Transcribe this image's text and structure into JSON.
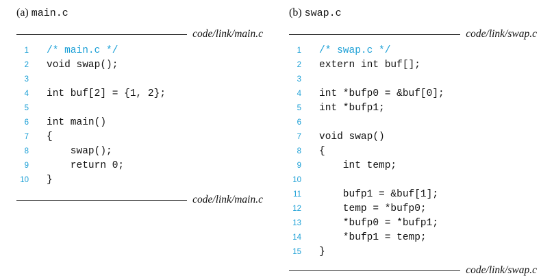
{
  "panels": [
    {
      "caption_label": "(a)",
      "caption_file": "main.c",
      "rule_path": "code/link/main.c",
      "lines": [
        {
          "num": "1",
          "text": "/* main.c */",
          "comment": true
        },
        {
          "num": "2",
          "text": "void swap();"
        },
        {
          "num": "3",
          "text": ""
        },
        {
          "num": "4",
          "text": "int buf[2] = {1, 2};"
        },
        {
          "num": "5",
          "text": ""
        },
        {
          "num": "6",
          "text": "int main()"
        },
        {
          "num": "7",
          "text": "{"
        },
        {
          "num": "8",
          "text": "    swap();"
        },
        {
          "num": "9",
          "text": "    return 0;"
        },
        {
          "num": "10",
          "text": "}"
        }
      ]
    },
    {
      "caption_label": "(b)",
      "caption_file": "swap.c",
      "rule_path": "code/link/swap.c",
      "lines": [
        {
          "num": "1",
          "text": "/* swap.c */",
          "comment": true
        },
        {
          "num": "2",
          "text": "extern int buf[];"
        },
        {
          "num": "3",
          "text": ""
        },
        {
          "num": "4",
          "text": "int *bufp0 = &buf[0];"
        },
        {
          "num": "5",
          "text": "int *bufp1;"
        },
        {
          "num": "6",
          "text": ""
        },
        {
          "num": "7",
          "text": "void swap()"
        },
        {
          "num": "8",
          "text": "{"
        },
        {
          "num": "9",
          "text": "    int temp;"
        },
        {
          "num": "10",
          "text": ""
        },
        {
          "num": "11",
          "text": "    bufp1 = &buf[1];"
        },
        {
          "num": "12",
          "text": "    temp = *bufp0;"
        },
        {
          "num": "13",
          "text": "    *bufp0 = *bufp1;"
        },
        {
          "num": "14",
          "text": "    *bufp1 = temp;"
        },
        {
          "num": "15",
          "text": "}"
        }
      ]
    }
  ]
}
